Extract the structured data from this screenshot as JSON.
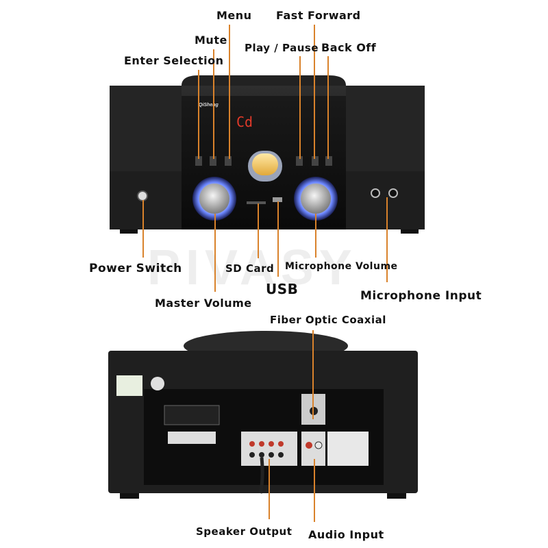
{
  "watermark": "PIVASY",
  "front_labels": {
    "menu": "Menu",
    "fast_forward": "Fast  Forward",
    "mute": "Mute",
    "play_pause": "Play / Pause",
    "back_off": "Back  Off",
    "enter_selection": "Enter  Selection",
    "power_switch": "Power  Switch",
    "sd_card": "SD  Card",
    "microphone_volume": "Microphone  Volume",
    "usb": "USB",
    "master_volume": "Master  Volume",
    "microphone_input": "Microphone  Input"
  },
  "back_labels": {
    "fiber_optic_coaxial": "Fiber  Optic  Coaxial",
    "speaker_output": "Speaker  Output",
    "audio_input": "Audio  Input"
  },
  "device": {
    "brand": "QiSheng",
    "display": "Cd"
  },
  "colors": {
    "leader_line": "#d9822b",
    "cabinet": "#1b1b1b",
    "knob_glow": "#5a7bff",
    "display_text": "#e23a2a",
    "vu_meter": "#f2c14b"
  }
}
